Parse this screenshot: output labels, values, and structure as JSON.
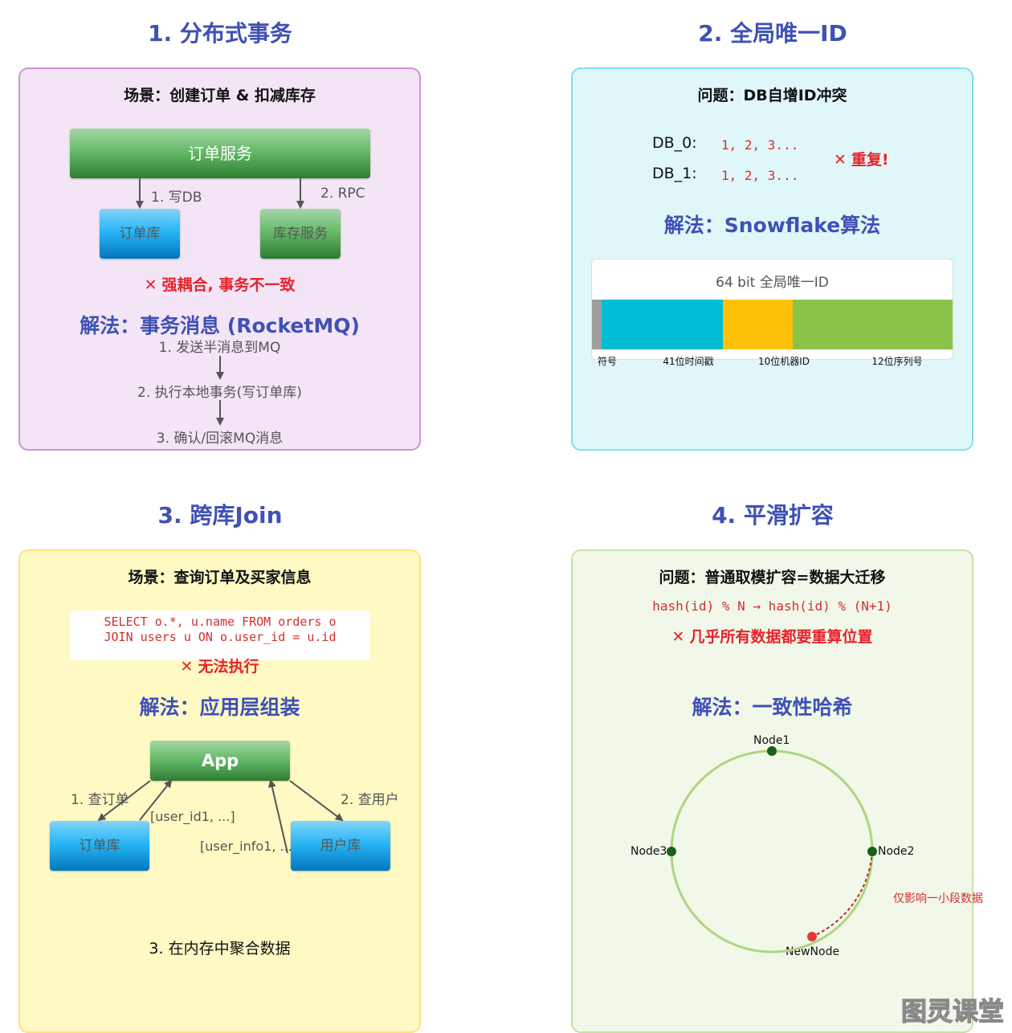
{
  "sections": {
    "s1": {
      "title": "1. 分布式事务",
      "scenario": "场景：创建订单 & 扣减库存",
      "order_service": "订单服务",
      "step_write": "1. 写DB",
      "step_rpc": "2. RPC",
      "order_db": "订单库",
      "stock_service": "库存服务",
      "problem": "强耦合, 事务不一致",
      "solution": "解法：事务消息 (RocketMQ)",
      "flow": [
        "1. 发送半消息到MQ",
        "2. 执行本地事务(写订单库)",
        "3. 确认/回滚MQ消息"
      ]
    },
    "s2": {
      "title": "2. 全局唯一ID",
      "problem_title": "问题：DB自增ID冲突",
      "db0_label": "DB_0:",
      "db0_values": "1, 2, 3...",
      "db1_label": "DB_1:",
      "db1_values": "1, 2, 3...",
      "duplicate": "重复!",
      "solution": "解法：Snowflake算法",
      "bar_title": "64 bit 全局唯一ID",
      "segments": [
        {
          "label": "符号",
          "bits": 1,
          "color": "#9e9e9e"
        },
        {
          "label": "41位时间戳",
          "bits": 41,
          "color": "#00bcd4"
        },
        {
          "label": "10位机器ID",
          "bits": 10,
          "color": "#ffc107"
        },
        {
          "label": "12位序列号",
          "bits": 12,
          "color": "#8bc34a"
        }
      ]
    },
    "s3": {
      "title": "3. 跨库Join",
      "scenario": "场景：查询订单及买家信息",
      "sql_line1": "SELECT o.*, u.name FROM orders o",
      "sql_line2": "JOIN users u ON o.user_id = u.id",
      "problem": "无法执行",
      "solution": "解法：应用层组装",
      "app": "App",
      "query_order": "1. 查订单",
      "query_user": "2. 查用户",
      "order_db": "订单库",
      "user_db": "用户库",
      "user_ids": "[user_id1, ...]",
      "user_infos": "[user_info1, ...]",
      "aggregate": "3. 在内存中聚合数据"
    },
    "s4": {
      "title": "4. 平滑扩容",
      "problem_title": "问题：普通取模扩容=数据大迁移",
      "formula": "hash(id) % N → hash(id) % (N+1)",
      "problem": "几乎所有数据都要重算位置",
      "solution": "解法：一致性哈希",
      "nodes": [
        "Node1",
        "Node2",
        "Node3",
        "NewNode"
      ],
      "impact": "仅影响一小段数据"
    }
  },
  "watermark": "图灵课堂",
  "colors": {
    "title": "#3f51b5",
    "error": "#e8222c",
    "node": "#1b5e20",
    "new_node": "#e53935",
    "ring": "#aed581"
  }
}
